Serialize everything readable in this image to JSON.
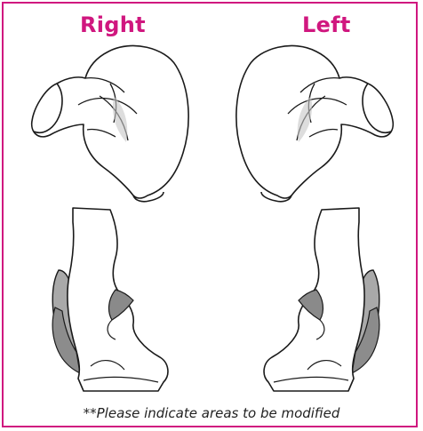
{
  "labels": {
    "right": "Right",
    "left": "Left"
  },
  "note": "**Please indicate areas to be modified",
  "colors": {
    "accent": "#d0177f",
    "outline": "#1a1a1a",
    "shading": "#9a9a9a"
  }
}
